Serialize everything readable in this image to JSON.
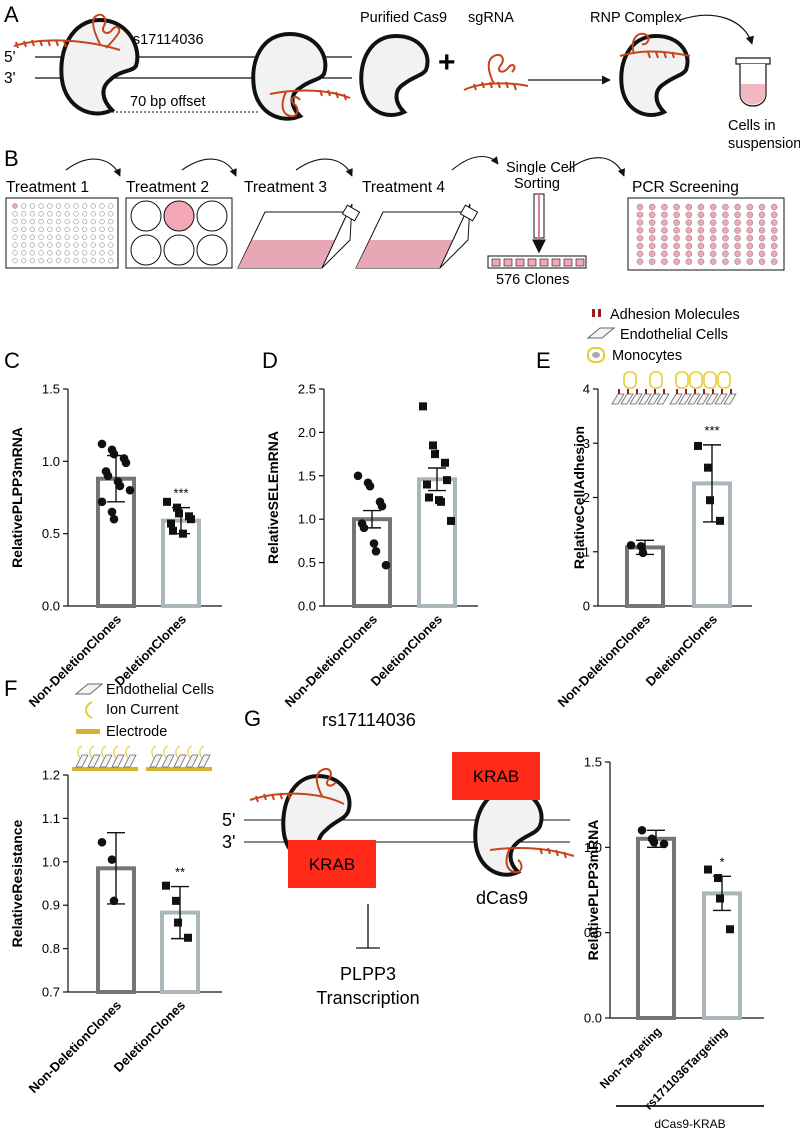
{
  "panel_labels": {
    "a": "A",
    "b": "B",
    "c": "C",
    "d": "D",
    "e": "E",
    "f": "F",
    "g": "G"
  },
  "panel_a": {
    "snp": "rs17114036",
    "strand_5": "5'",
    "strand_3": "3'",
    "offset": "70 bp offset",
    "cas9": "Purified Cas9",
    "sgrna": "sgRNA",
    "plus": "+",
    "rnp": "RNP Complex",
    "cells_line1": "Cells in",
    "cells_line2": "suspension"
  },
  "panel_b": {
    "t1": "Treatment 1",
    "t2": "Treatment 2",
    "t3": "Treatment 3",
    "t4": "Treatment 4",
    "sort1": "Single Cell",
    "sort2": "Sorting",
    "clones": "576 Clones",
    "pcr": "PCR Screening"
  },
  "legend_e": {
    "adhesion": "Adhesion Molecules",
    "endothelial": "Endothelial Cells",
    "monocytes": "Monocytes"
  },
  "legend_f": {
    "endothelial": "Endothelial Cells",
    "ion": "Ion Current",
    "electrode": "Electrode"
  },
  "panel_g": {
    "snp": "rs17114036",
    "strand_5": "5'",
    "strand_3": "3'",
    "krab": "KRAB",
    "dcas9": "dCas9",
    "plpp3": "PLPP3",
    "transcription": "Transcription"
  },
  "chart_data": [
    {
      "id": "C",
      "type": "bar",
      "ylabel": "RelativePLPP3mRNA",
      "ylim": [
        0.0,
        1.5
      ],
      "yticks": [
        "0.0",
        "0.5",
        "1.0",
        "1.5"
      ],
      "categories": [
        "Non-DeletionClones",
        "DeletionClones"
      ],
      "values": [
        0.88,
        0.59
      ],
      "sd": [
        0.16,
        0.09
      ],
      "sig": [
        "",
        "***"
      ],
      "points": [
        [
          1.12,
          1.08,
          1.05,
          1.02,
          0.99,
          0.93,
          0.9,
          0.86,
          0.83,
          0.8,
          0.72,
          0.65,
          0.6
        ],
        [
          0.72,
          0.68,
          0.64,
          0.62,
          0.6,
          0.57,
          0.52,
          0.5
        ]
      ],
      "colors": [
        "#757575",
        "#a9b7bb"
      ]
    },
    {
      "id": "D",
      "type": "bar",
      "ylabel": "RelativeSELEmRNA",
      "ylim": [
        0.0,
        2.5
      ],
      "yticks": [
        "0.0",
        "0.5",
        "1.0",
        "1.5",
        "2.0",
        "2.5"
      ],
      "categories": [
        "Non-DeletionClones",
        "DeletionClones"
      ],
      "values": [
        1.0,
        1.46
      ],
      "sd": [
        0.1,
        0.13
      ],
      "sig": [
        "",
        "*"
      ],
      "points": [
        [
          1.5,
          1.42,
          1.38,
          1.2,
          1.15,
          0.95,
          0.9,
          0.72,
          0.63,
          0.47
        ],
        [
          2.3,
          1.85,
          1.75,
          1.65,
          1.45,
          1.4,
          1.25,
          1.22,
          1.2,
          0.98
        ]
      ],
      "colors": [
        "#757575",
        "#a9b7bb"
      ]
    },
    {
      "id": "E",
      "type": "bar",
      "ylabel": "RelativeCellAdhesion",
      "ylim": [
        0,
        4
      ],
      "yticks": [
        "0",
        "1",
        "2",
        "3",
        "4"
      ],
      "categories": [
        "Non-DeletionClones",
        "DeletionClones"
      ],
      "values": [
        1.08,
        2.26
      ],
      "sd": [
        0.13,
        0.71
      ],
      "sig": [
        "",
        "***"
      ],
      "points": [
        [
          1.12,
          1.1,
          0.98
        ],
        [
          2.95,
          2.55,
          1.95,
          1.57
        ]
      ],
      "colors": [
        "#757575",
        "#a9b7bb"
      ]
    },
    {
      "id": "F",
      "type": "bar",
      "ylabel": "RelativeResistance",
      "ylim": [
        0.7,
        1.2
      ],
      "yticks": [
        "0.7",
        "0.8",
        "0.9",
        "1.0",
        "1.1",
        "1.2"
      ],
      "categories": [
        "Non-DeletionClones",
        "DeletionClones"
      ],
      "values": [
        0.985,
        0.883
      ],
      "sd": [
        0.082,
        0.06
      ],
      "sig": [
        "",
        "**"
      ],
      "points": [
        [
          1.045,
          1.005,
          0.91
        ],
        [
          0.945,
          0.91,
          0.86,
          0.825
        ]
      ],
      "colors": [
        "#757575",
        "#a9b7bb"
      ]
    },
    {
      "id": "G",
      "type": "bar",
      "ylabel": "RelativePLPP3mRNA",
      "ylim": [
        0.0,
        1.5
      ],
      "yticks": [
        "0.0",
        "0.5",
        "1.0",
        "1.5"
      ],
      "categories": [
        "Non-Targeting",
        "rs1711036Targeting"
      ],
      "group_label": "dCas9-KRAB",
      "values": [
        1.05,
        0.73
      ],
      "sd": [
        0.05,
        0.1
      ],
      "sig": [
        "",
        "*"
      ],
      "points": [
        [
          1.1,
          1.05,
          1.03,
          1.02
        ],
        [
          0.87,
          0.82,
          0.7,
          0.52
        ]
      ],
      "colors": [
        "#757575",
        "#a9b7bb"
      ]
    }
  ]
}
